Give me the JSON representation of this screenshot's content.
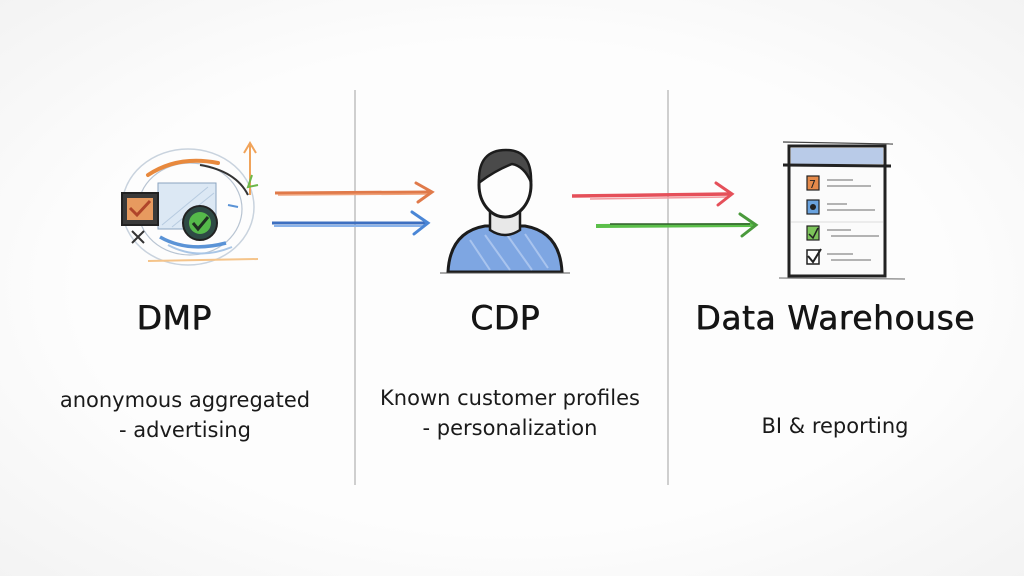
{
  "columns": [
    {
      "id": "dmp",
      "title": "DMP",
      "description_line1": "anonymous aggregated",
      "description_line2": "- advertising",
      "icon": "circular-data-flow-icon"
    },
    {
      "id": "cdp",
      "title": "CDP",
      "description_line1": "Known customer profiles",
      "description_line2": "- personalization",
      "icon": "person-profile-icon"
    },
    {
      "id": "warehouse",
      "title": "Data Warehouse",
      "description_line1": "BI & reporting",
      "description_line2": "",
      "icon": "report-checklist-icon"
    }
  ],
  "arrows": [
    {
      "from": "dmp",
      "to": "cdp",
      "color": "#e07a4a"
    },
    {
      "from": "dmp",
      "to": "cdp",
      "color": "#4a86d6"
    },
    {
      "from": "cdp",
      "to": "warehouse",
      "color": "#e5505a"
    },
    {
      "from": "cdp",
      "to": "warehouse",
      "color": "#5bbf4a"
    }
  ],
  "colors": {
    "orange": "#e07a4a",
    "blue": "#4a86d6",
    "red": "#e5505a",
    "green": "#5bbf4a",
    "divider": "#cfcfcf",
    "ink": "#151515",
    "shirt": "#6e9be0"
  }
}
